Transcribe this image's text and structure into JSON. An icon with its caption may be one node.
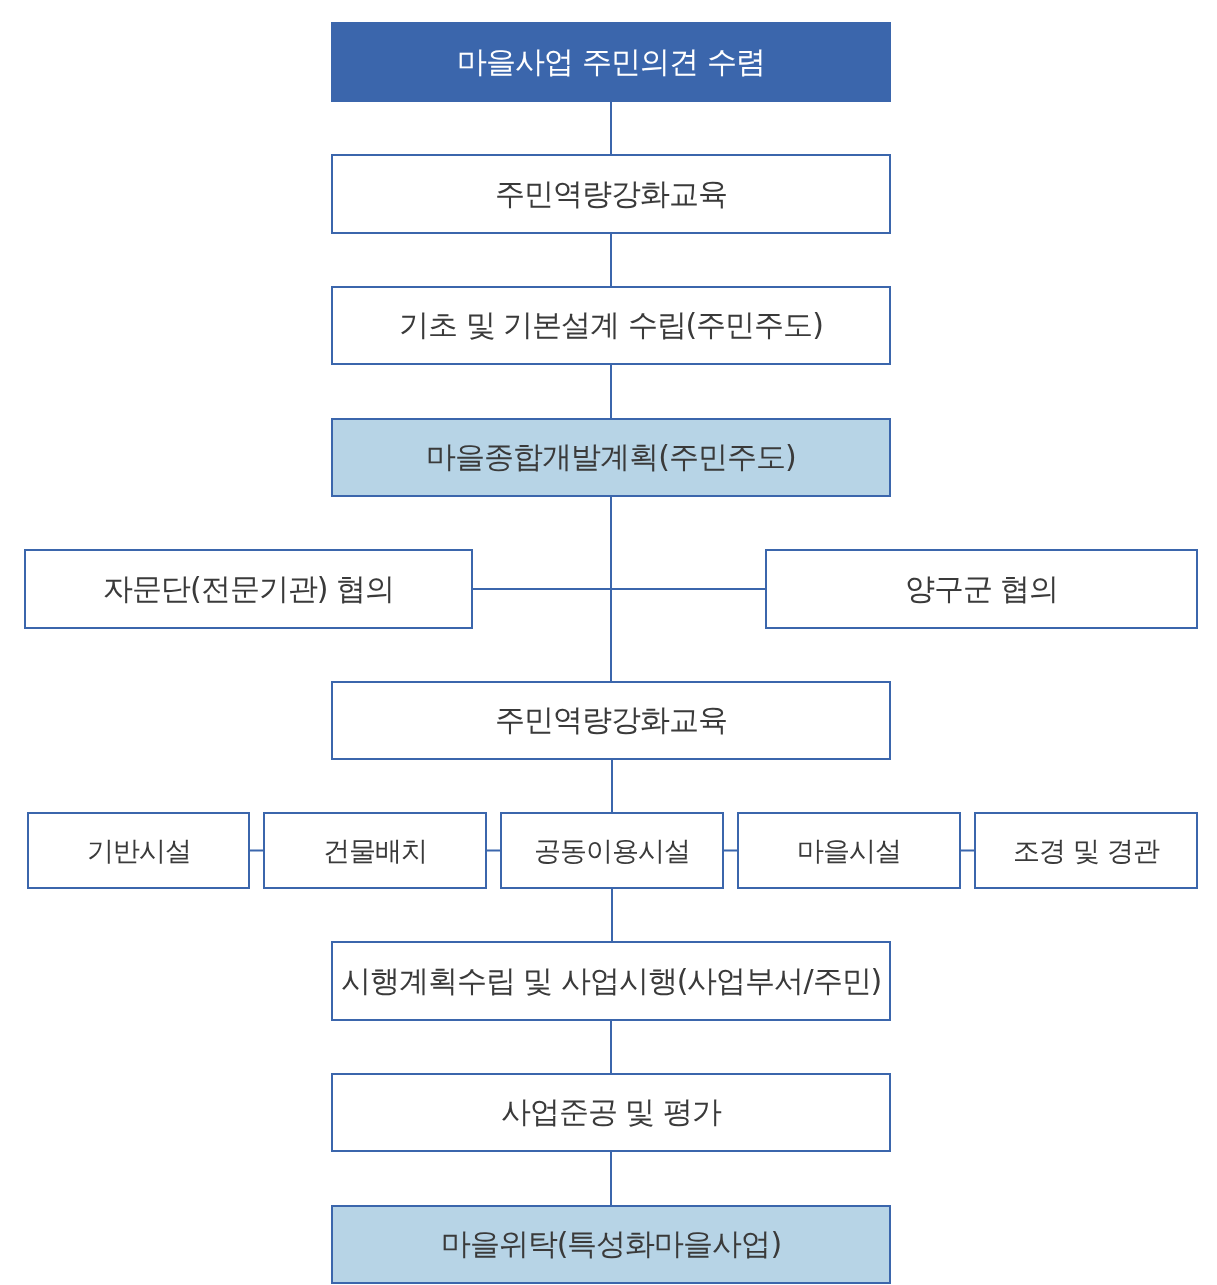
{
  "diagram": {
    "nodes": [
      {
        "text": [
          "마을사업 주민의견 수렴"
        ]
      },
      {
        "text": [
          "주민역량강화교육"
        ]
      },
      {
        "text": [
          "기초 및 기본설계 수립(주민주도)"
        ]
      },
      {
        "text": [
          "마을종합개발계획(주민주도)"
        ]
      },
      {
        "text": [
          "자문단(전문기관) 협의"
        ]
      },
      {
        "text": [
          "양구군 협의"
        ]
      },
      {
        "text": [
          "주민역량강화교육"
        ]
      },
      {
        "text": [
          "기반시설"
        ]
      },
      {
        "text": [
          "건물배치"
        ]
      },
      {
        "text": [
          "공동이용시설"
        ]
      },
      {
        "text": [
          "마을시설"
        ]
      },
      {
        "text": [
          "조경 및 경관"
        ]
      },
      {
        "text": [
          "시행계획수립 및 사업시행(사업부서/주민)"
        ]
      },
      {
        "text": [
          "사업준공 및 평가"
        ]
      },
      {
        "text": [
          "마을위탁(특성화마을사업)"
        ]
      }
    ],
    "edges": [
      {
        "from": 0,
        "to": 1,
        "arrow": "none"
      },
      {
        "from": 1,
        "to": 2,
        "arrow": "none"
      },
      {
        "from": 2,
        "to": 3,
        "arrow": "none"
      },
      {
        "from": 3,
        "to": 6,
        "arrow": "none"
      },
      {
        "from": 4,
        "to": 5,
        "arrow": "none"
      },
      {
        "from": 6,
        "to": 9,
        "arrow": "none"
      },
      {
        "from": 7,
        "to": 8,
        "arrow": "none"
      },
      {
        "from": 8,
        "to": 9,
        "arrow": "none"
      },
      {
        "from": 9,
        "to": 10,
        "arrow": "none"
      },
      {
        "from": 10,
        "to": 11,
        "arrow": "none"
      },
      {
        "from": 9,
        "to": 12,
        "arrow": "none"
      },
      {
        "from": 12,
        "to": 13,
        "arrow": "none"
      },
      {
        "from": 13,
        "to": 14,
        "arrow": "none"
      }
    ]
  }
}
